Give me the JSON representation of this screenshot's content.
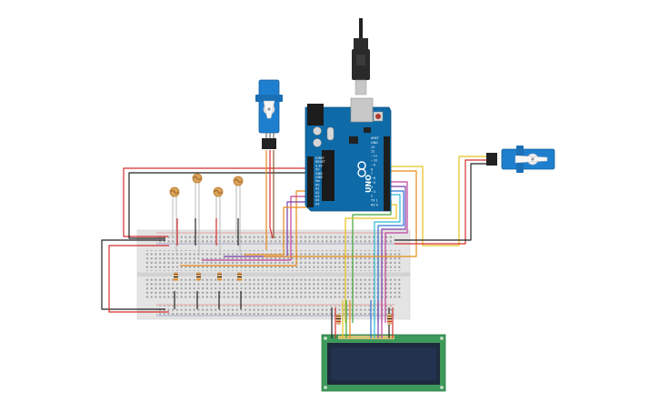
{
  "board": {
    "brand": "UNO",
    "digital_header_label": "DIGITAL (PWM~)",
    "analog_header_label": "ANALOG IN",
    "pins_digital": [
      "AREF",
      "GND",
      "13",
      "12",
      "~11",
      "~10",
      "~9",
      "8",
      "7",
      "~6",
      "~5",
      "4",
      "~3",
      "2",
      "TX 1",
      "RX 0"
    ],
    "pins_analog": [
      "A0",
      "A1",
      "A2",
      "A3",
      "A4",
      "A5"
    ],
    "pins_power": [
      "IOREF",
      "RESET",
      "3.3V",
      "5V",
      "GND",
      "GND",
      "Vin"
    ]
  },
  "colors": {
    "arduino_blue": "#0f6aa8",
    "breadboard": "#e4e4e4",
    "lcd_pcb": "#3e9a5a",
    "lcd_screen": "#23324f",
    "servo_blue": "#1f7fcf",
    "wire_red": "#d32f2f",
    "wire_black": "#222222",
    "wire_orange": "#e68a1a",
    "wire_yellow": "#e8c21c",
    "wire_green": "#3fa535",
    "wire_blue": "#2f77d6",
    "wire_cyan": "#2bbad4",
    "wire_purple": "#7b3fa8",
    "wire_magenta": "#c2409a",
    "wire_brown": "#8a5a2b"
  },
  "icons": {
    "usb": "usb-plug-icon",
    "reset": "reset-button-icon",
    "servo": "micro-servo-icon",
    "ldr": "photoresistor-icon",
    "resistor": "resistor-icon"
  }
}
